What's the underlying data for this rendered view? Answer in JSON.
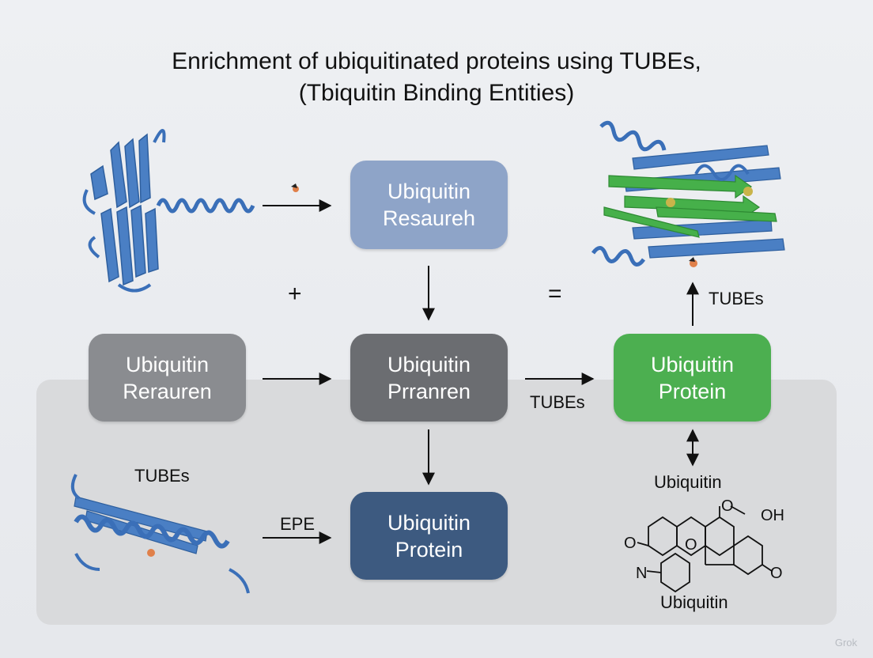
{
  "title": {
    "line1": "Enrichment of ubiquitinated proteins using TUBEs,",
    "line2": "(Tbiquitin Binding Entities)"
  },
  "boxes": {
    "top_center": {
      "line1": "Ubiquitin",
      "line2": "Resaureh",
      "color": "#8ea4c8"
    },
    "mid_left": {
      "line1": "Ubiquitin",
      "line2": "Rerauren",
      "color": "#8a8c90"
    },
    "mid_center": {
      "line1": "Ubiquitin",
      "line2": "Prranren",
      "color": "#6b6d71"
    },
    "mid_right": {
      "line1": "Ubiquitin",
      "line2": "Protein",
      "color": "#4caf50"
    },
    "bot_center": {
      "line1": "Ubiquitin",
      "line2": "Protein",
      "color": "#3d5a80"
    }
  },
  "symbols": {
    "plus": "+",
    "equals": "="
  },
  "labels": {
    "tubes_mid_arrow": "TUBEs",
    "tubes_upper_right": "TUBEs",
    "tubes_lower_left": "TUBEs",
    "epe": "EPE",
    "ubiquitin_upper": "Ubiquitin",
    "ubiquitin_lower": "Ubiquitin",
    "oh": "OH",
    "o_left": "O",
    "o_right": "O",
    "n": "N",
    "o_ring": "O",
    "o_top": "O"
  },
  "watermark": "Grok",
  "colors": {
    "protein_blue": "#4a7fc4",
    "protein_green": "#46b04a",
    "panel": "#d9dadc",
    "arrow": "#111111"
  }
}
